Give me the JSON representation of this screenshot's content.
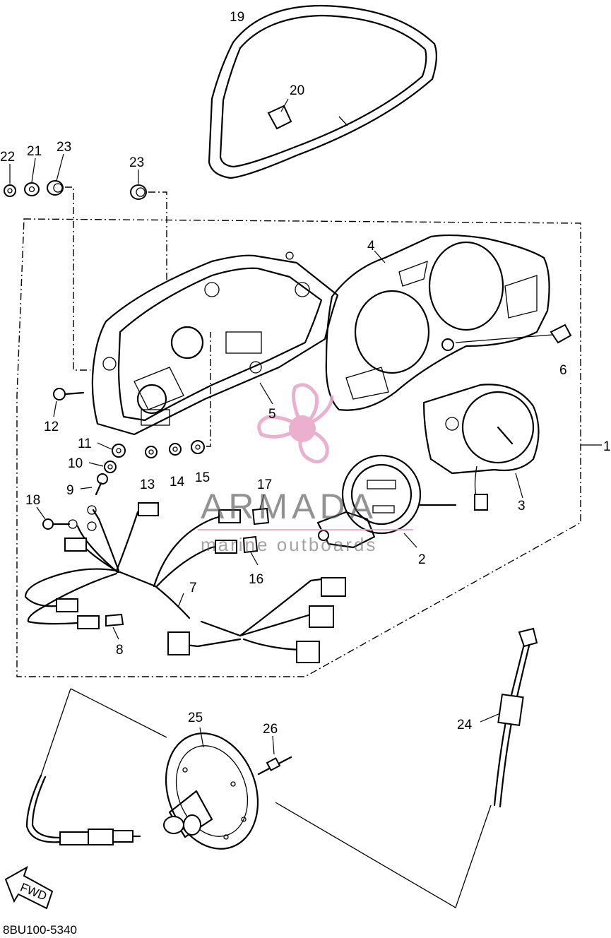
{
  "diagram": {
    "part_labels": {
      "p1": "1",
      "p2": "2",
      "p3": "3",
      "p4": "4",
      "p5": "5",
      "p6": "6",
      "p7": "7",
      "p8": "8",
      "p9": "9",
      "p10": "10",
      "p11": "11",
      "p12": "12",
      "p13": "13",
      "p14": "14",
      "p15": "15",
      "p16": "16",
      "p17": "17",
      "p18": "18",
      "p19": "19",
      "p20": "20",
      "p21": "21",
      "p22": "22",
      "p23a": "23",
      "p23b": "23",
      "p24": "24",
      "p25": "25",
      "p26": "26"
    },
    "direction_arrow": "FWD",
    "drawing_code": "8BU100-5340"
  },
  "watermark": {
    "brand": "ARMADA",
    "tagline": "marine outboards",
    "logo_color": "#e8a3c6",
    "text_color": "#555555"
  }
}
